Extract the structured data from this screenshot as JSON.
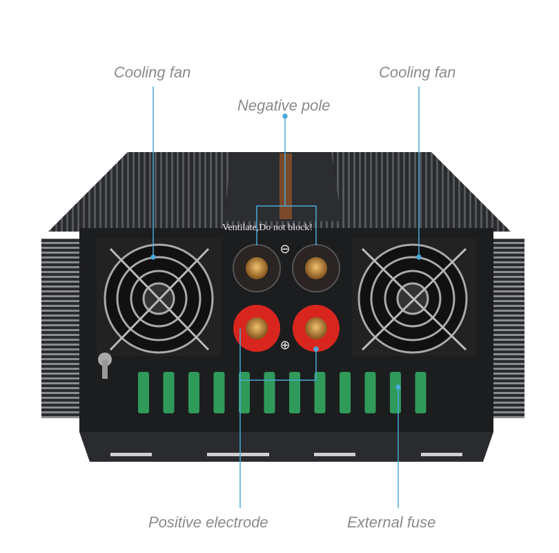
{
  "callouts": {
    "cooling_fan_left": "Cooling fan",
    "cooling_fan_right": "Cooling fan",
    "negative_pole": "Negative pole",
    "positive_electrode": "Positive electrode",
    "external_fuse": "External fuse"
  },
  "device": {
    "warning_text": "Ventilate,Do not block!",
    "negative_symbol": "⊖",
    "positive_symbol": "⊕",
    "fuse_count": 12
  },
  "colors": {
    "callout_line": "#4aa9d9",
    "label_text": "#8a8a8a",
    "body": "#1c1d1f",
    "positive_terminal": "#d8261f",
    "negative_terminal": "#2a2422",
    "fuse": "#2f9a5a"
  }
}
